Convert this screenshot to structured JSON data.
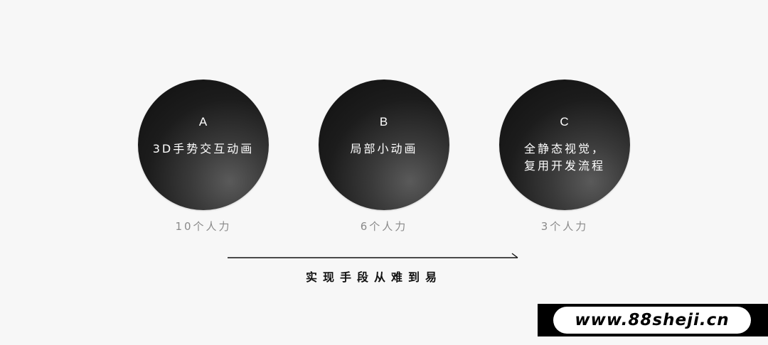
{
  "stages": [
    {
      "letter": "A",
      "lines": [
        "3D手势交互动画"
      ],
      "cost": "10个人力"
    },
    {
      "letter": "B",
      "lines": [
        "局部小动画"
      ],
      "cost": "6个人力"
    },
    {
      "letter": "C",
      "lines": [
        "全静态视觉，",
        "复用开发流程"
      ],
      "cost": "3个人力"
    }
  ],
  "caption": "实现手段从难到易",
  "watermark": "www.88sheji.cn",
  "colors": {
    "background": "#f7f7f7",
    "circle": "#1c1c1c",
    "cost_text": "#8a8a8a",
    "caption_text": "#111111"
  },
  "icons": [
    "right-arrow-icon"
  ]
}
